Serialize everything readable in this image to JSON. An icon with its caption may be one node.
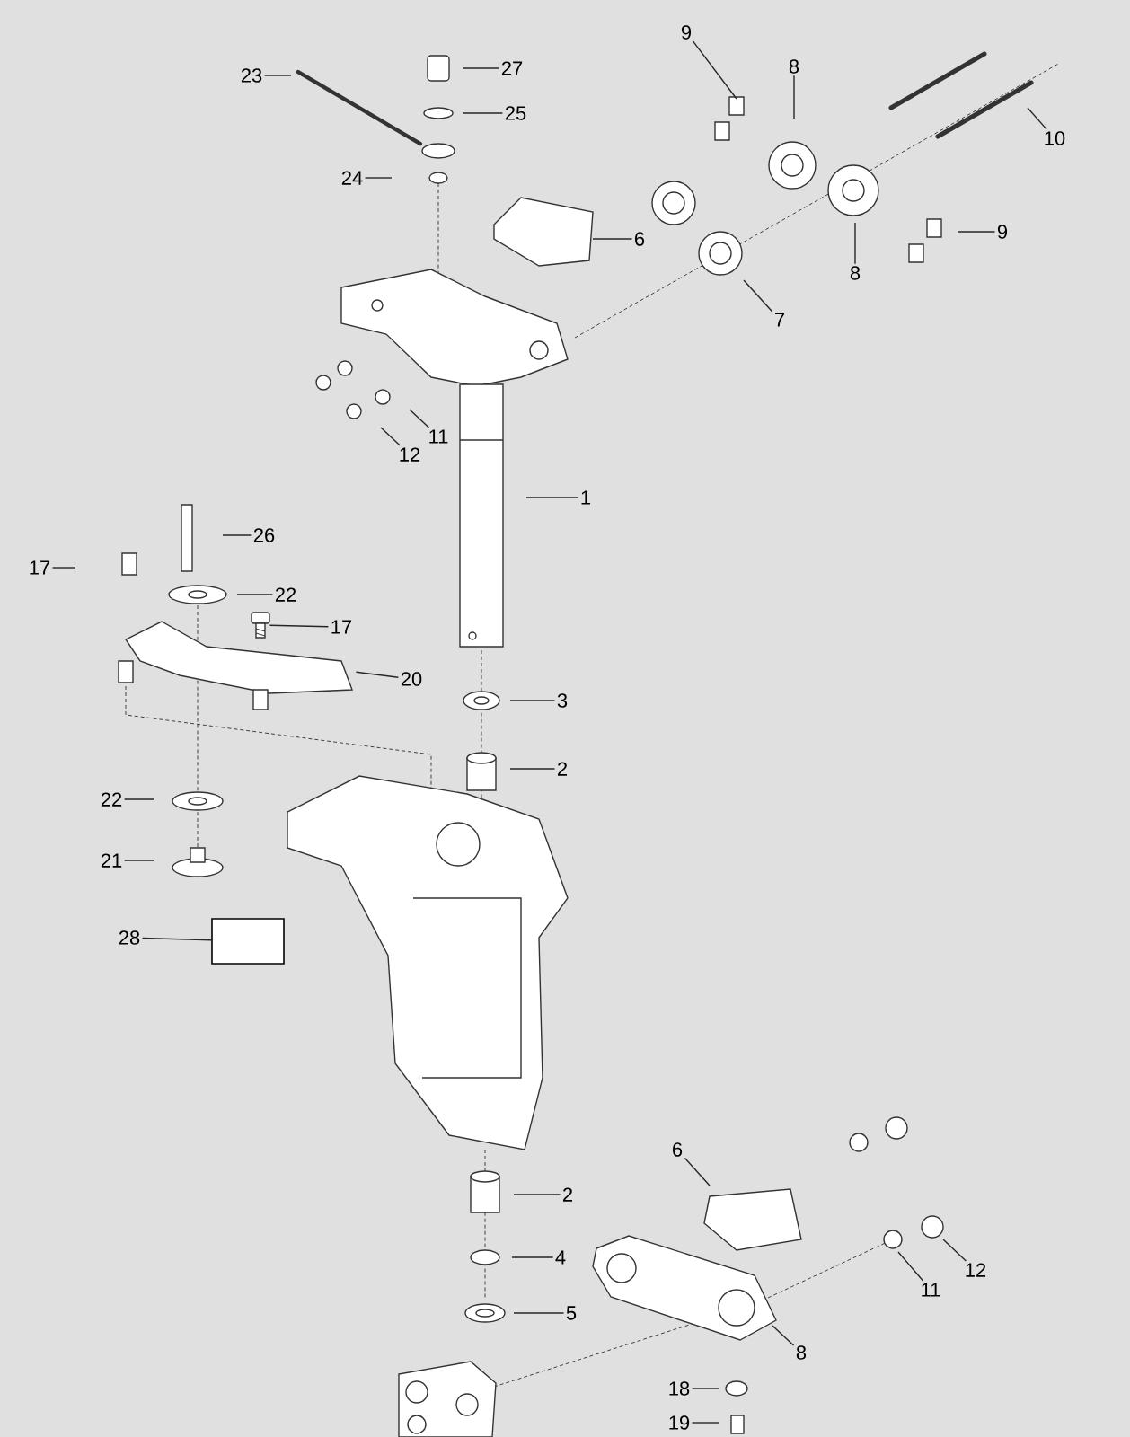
{
  "diagram": {
    "nodes": [
      {
        "text": [
          "23"
        ]
      },
      {
        "text": [
          "27"
        ]
      },
      {
        "text": [
          "25"
        ]
      },
      {
        "text": [
          "24"
        ]
      },
      {
        "text": [
          "9"
        ]
      },
      {
        "text": [
          "8"
        ]
      },
      {
        "text": [
          "10"
        ]
      },
      {
        "text": [
          "6"
        ]
      },
      {
        "text": [
          "7"
        ]
      },
      {
        "text": [
          "9"
        ]
      },
      {
        "text": [
          "8"
        ]
      },
      {
        "text": [
          "11"
        ]
      },
      {
        "text": [
          "12"
        ]
      },
      {
        "text": [
          "1"
        ]
      },
      {
        "text": [
          "26"
        ]
      },
      {
        "text": [
          "17"
        ]
      },
      {
        "text": [
          "22"
        ]
      },
      {
        "text": [
          "17"
        ]
      },
      {
        "text": [
          "20"
        ]
      },
      {
        "text": [
          "3"
        ]
      },
      {
        "text": [
          "2"
        ]
      },
      {
        "text": [
          "22"
        ]
      },
      {
        "text": [
          "21"
        ]
      },
      {
        "text": [
          "28"
        ]
      },
      {
        "text": [
          "2"
        ]
      },
      {
        "text": [
          "6"
        ]
      },
      {
        "text": [
          "4"
        ]
      },
      {
        "text": [
          "11"
        ]
      },
      {
        "text": [
          "12"
        ]
      },
      {
        "text": [
          "5"
        ]
      },
      {
        "text": [
          "8"
        ]
      },
      {
        "text": [
          "18"
        ]
      },
      {
        "text": [
          "19"
        ]
      },
      {
        "text": [],
        "shape": "box"
      },
      {
        "text": [],
        "shape": "picture"
      },
      {
        "text": [],
        "shape": "picture"
      }
    ],
    "edges": [
      {
        "from": 0,
        "to": null,
        "arrow": "none"
      },
      {
        "from": 1,
        "to": null,
        "arrow": "none"
      },
      {
        "from": 2,
        "to": null,
        "arrow": "none"
      },
      {
        "from": 3,
        "to": null,
        "arrow": "none"
      },
      {
        "from": 4,
        "to": null,
        "arrow": "none"
      },
      {
        "from": 5,
        "to": null,
        "arrow": "none"
      },
      {
        "from": 6,
        "to": null,
        "arrow": "none"
      },
      {
        "from": 7,
        "to": null,
        "arrow": "none"
      },
      {
        "from": 8,
        "to": null,
        "arrow": "none"
      },
      {
        "from": 9,
        "to": null,
        "arrow": "none"
      },
      {
        "from": 10,
        "to": null,
        "arrow": "none"
      },
      {
        "from": 11,
        "to": null,
        "arrow": "none"
      },
      {
        "from": 12,
        "to": null,
        "arrow": "none"
      },
      {
        "from": 13,
        "to": null,
        "arrow": "none"
      },
      {
        "from": 14,
        "to": null,
        "arrow": "none"
      },
      {
        "from": 15,
        "to": null,
        "arrow": "none"
      },
      {
        "from": 16,
        "to": null,
        "arrow": "none"
      },
      {
        "from": 17,
        "to": 34,
        "arrow": "none"
      },
      {
        "from": 18,
        "to": 35,
        "arrow": "none"
      },
      {
        "from": 19,
        "to": null,
        "arrow": "none"
      },
      {
        "from": 20,
        "to": null,
        "arrow": "none"
      },
      {
        "from": 21,
        "to": null,
        "arrow": "none"
      },
      {
        "from": 22,
        "to": null,
        "arrow": "none"
      },
      {
        "from": 23,
        "to": 33,
        "arrow": "none"
      },
      {
        "from": 24,
        "to": null,
        "arrow": "none"
      },
      {
        "from": 25,
        "to": null,
        "arrow": "none"
      },
      {
        "from": 26,
        "to": null,
        "arrow": "none"
      },
      {
        "from": 27,
        "to": null,
        "arrow": "none"
      },
      {
        "from": 28,
        "to": null,
        "arrow": "none"
      },
      {
        "from": 29,
        "to": null,
        "arrow": "none"
      },
      {
        "from": 30,
        "to": null,
        "arrow": "none"
      },
      {
        "from": 31,
        "to": null,
        "arrow": "none"
      },
      {
        "from": 32,
        "to": null,
        "arrow": "none"
      }
    ]
  }
}
